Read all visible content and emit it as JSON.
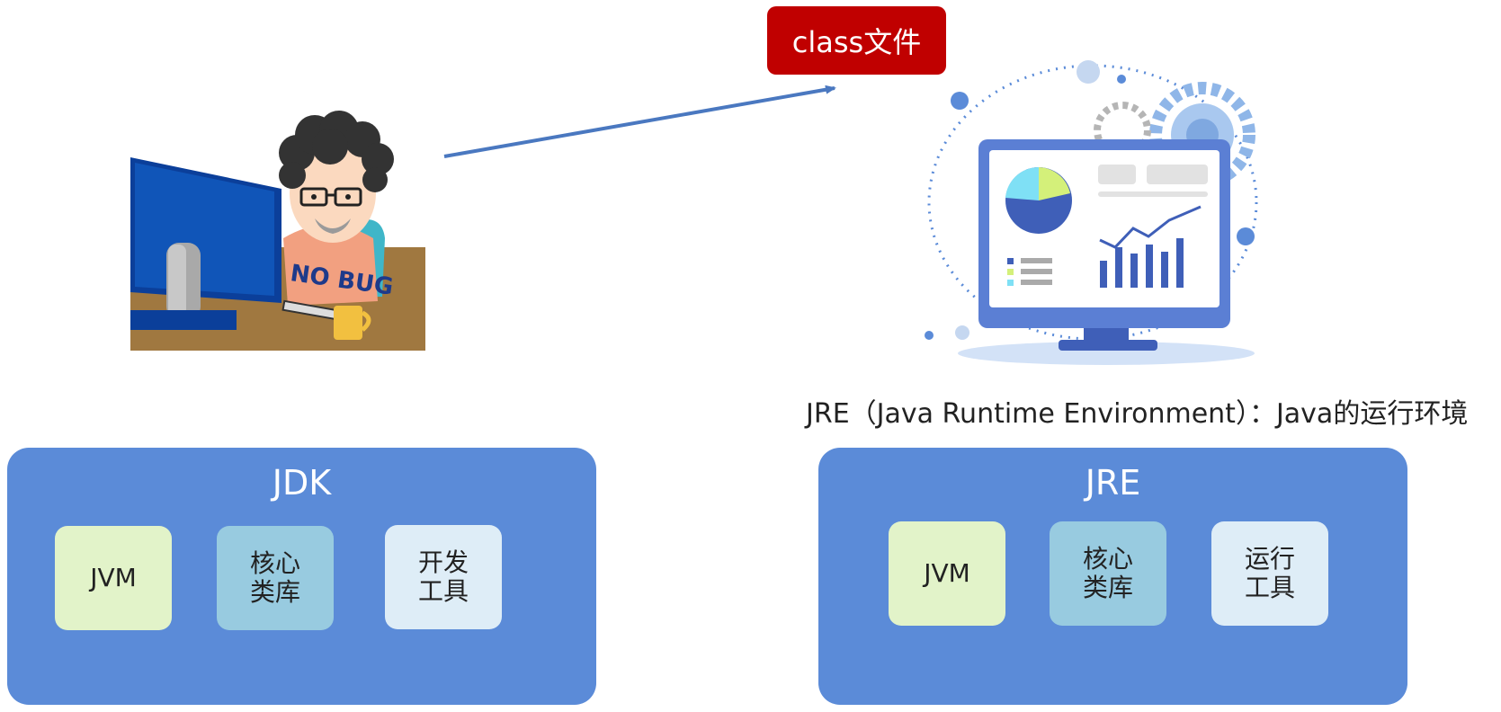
{
  "class_file_label": "class文件",
  "jre_caption": "JRE（Java Runtime Environment）：Java的运行环境",
  "jdk": {
    "title": "JDK",
    "components": [
      {
        "line1": "JVM",
        "line2": "",
        "color": "#e2f3c9"
      },
      {
        "line1": "核心",
        "line2": "类库",
        "color": "#98cbe0"
      },
      {
        "line1": "开发",
        "line2": "工具",
        "color": "#deedf7"
      }
    ]
  },
  "jre": {
    "title": "JRE",
    "components": [
      {
        "line1": "JVM",
        "line2": "",
        "color": "#e2f3c9"
      },
      {
        "line1": "核心",
        "line2": "类库",
        "color": "#98cbe0"
      },
      {
        "line1": "运行",
        "line2": "工具",
        "color": "#deedf7"
      }
    ]
  },
  "illustrations": {
    "developer": "developer-at-computer-illustration",
    "monitor": "monitor-dashboard-illustration",
    "shirt_text": "NO BUG"
  },
  "colors": {
    "container": "#5b8bd8",
    "class_box": "#c00000",
    "arrow": "#4a78c0"
  }
}
